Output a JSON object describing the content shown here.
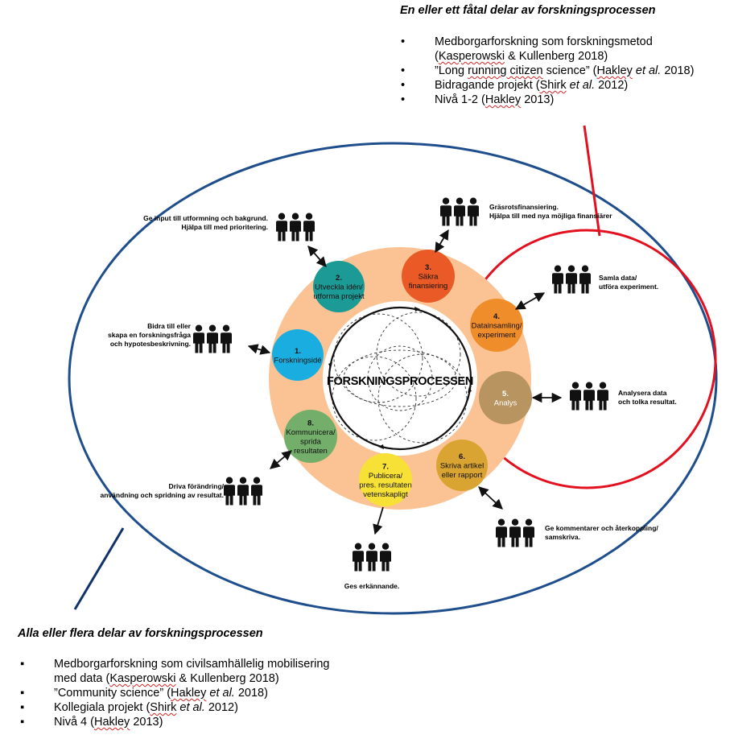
{
  "top_section": {
    "heading": "En eller ett fåtal delar av forskningsprocessen",
    "items": [
      {
        "lines": [
          [
            {
              "t": "Medborgarforskning som forskningsmetod"
            }
          ],
          [
            {
              "t": "("
            },
            {
              "t": "Kasperowski",
              "u": true
            },
            {
              "t": " & Kullenberg 2018)"
            }
          ]
        ]
      },
      {
        "lines": [
          [
            {
              "t": "”Long "
            },
            {
              "t": "running citizen",
              "u": true
            },
            {
              "t": " science” ("
            },
            {
              "t": "Hakley",
              "u": true
            },
            {
              "t": " "
            },
            {
              "t": "et al.",
              "i": true
            },
            {
              "t": " 2018)"
            }
          ]
        ]
      },
      {
        "lines": [
          [
            {
              "t": "Bidragande projekt ("
            },
            {
              "t": "Shirk",
              "u": true
            },
            {
              "t": " "
            },
            {
              "t": "et al.",
              "i": true
            },
            {
              "t": " 2012)"
            }
          ]
        ]
      },
      {
        "lines": [
          [
            {
              "t": "Nivå 1-2 ("
            },
            {
              "t": "Hakley",
              "u": true
            },
            {
              "t": " 2013)"
            }
          ]
        ]
      }
    ]
  },
  "bottom_section": {
    "heading": "Alla eller flera delar av forskningsprocessen",
    "items": [
      {
        "lines": [
          [
            {
              "t": "Medborgarforskning som civilsamhällelig mobilisering"
            }
          ],
          [
            {
              "t": "med data ("
            },
            {
              "t": "Kasperowski",
              "u": true
            },
            {
              "t": " & Kullenberg 2018)"
            }
          ]
        ]
      },
      {
        "lines": [
          [
            {
              "t": "”Community science” ("
            },
            {
              "t": "Hakley",
              "u": true
            },
            {
              "t": " "
            },
            {
              "t": "et al.",
              "i": true
            },
            {
              "t": " 2018)"
            }
          ]
        ]
      },
      {
        "lines": [
          [
            {
              "t": "Kollegiala projekt ("
            },
            {
              "t": "Shirk",
              "u": true
            },
            {
              "t": " "
            },
            {
              "t": "et al.",
              "i": true
            },
            {
              "t": " 2012)"
            }
          ]
        ]
      },
      {
        "lines": [
          [
            {
              "t": "Nivå 4 ("
            },
            {
              "t": "Hakley",
              "u": true
            },
            {
              "t": " 2013)"
            }
          ]
        ]
      }
    ]
  },
  "center_title": "FORSKNINGSPROCESSEN",
  "colors": {
    "outer_ellipse": "#1f4e8c",
    "highlight_circle": "#e3101f",
    "ring": "#fbc393",
    "step1": "#1aaee0",
    "step2": "#1c9a95",
    "step3": "#e95a26",
    "step4": "#f08d2b",
    "step5": "#b89460",
    "step6": "#d9a431",
    "step7": "#f7e137",
    "step8": "#73ae6a"
  },
  "steps": [
    {
      "num": "1.",
      "lines": [
        "Forskningsidé"
      ]
    },
    {
      "num": "2.",
      "lines": [
        "Utveckla idén/",
        "utforma projekt"
      ]
    },
    {
      "num": "3.",
      "lines": [
        "Säkra",
        "finansiering"
      ]
    },
    {
      "num": "4.",
      "lines": [
        "Datainsamling/",
        "experiment"
      ]
    },
    {
      "num": "5.",
      "lines": [
        "Analys"
      ]
    },
    {
      "num": "6.",
      "lines": [
        "Skriva artikel",
        "eller rapport"
      ]
    },
    {
      "num": "7.",
      "lines": [
        "Publicera/",
        "pres. resultaten",
        "vetenskapligt"
      ]
    },
    {
      "num": "8.",
      "lines": [
        "Kommunicera/",
        "sprida",
        "resultaten"
      ]
    }
  ],
  "roles": [
    {
      "lines": [
        "Bidra till eller",
        "skapa en forskningsfråga",
        "och hypotesbeskrivning."
      ]
    },
    {
      "lines": [
        "Ge input till utformning och bakgrund.",
        "Hjälpa till med prioritering."
      ]
    },
    {
      "lines": [
        "Gräsrotsfinansiering.",
        "Hjälpa till med nya möjliga finansiärer"
      ]
    },
    {
      "lines": [
        "Samla data/",
        "utföra experiment."
      ]
    },
    {
      "lines": [
        "Analysera data",
        "och tolka resultat."
      ]
    },
    {
      "lines": [
        "Ge kommentarer och återkoppling/",
        "samskriva."
      ]
    },
    {
      "lines": [
        "Ges erkännande."
      ]
    },
    {
      "lines": [
        "Driva förändring/",
        "användning och spridning av resultat."
      ]
    }
  ]
}
